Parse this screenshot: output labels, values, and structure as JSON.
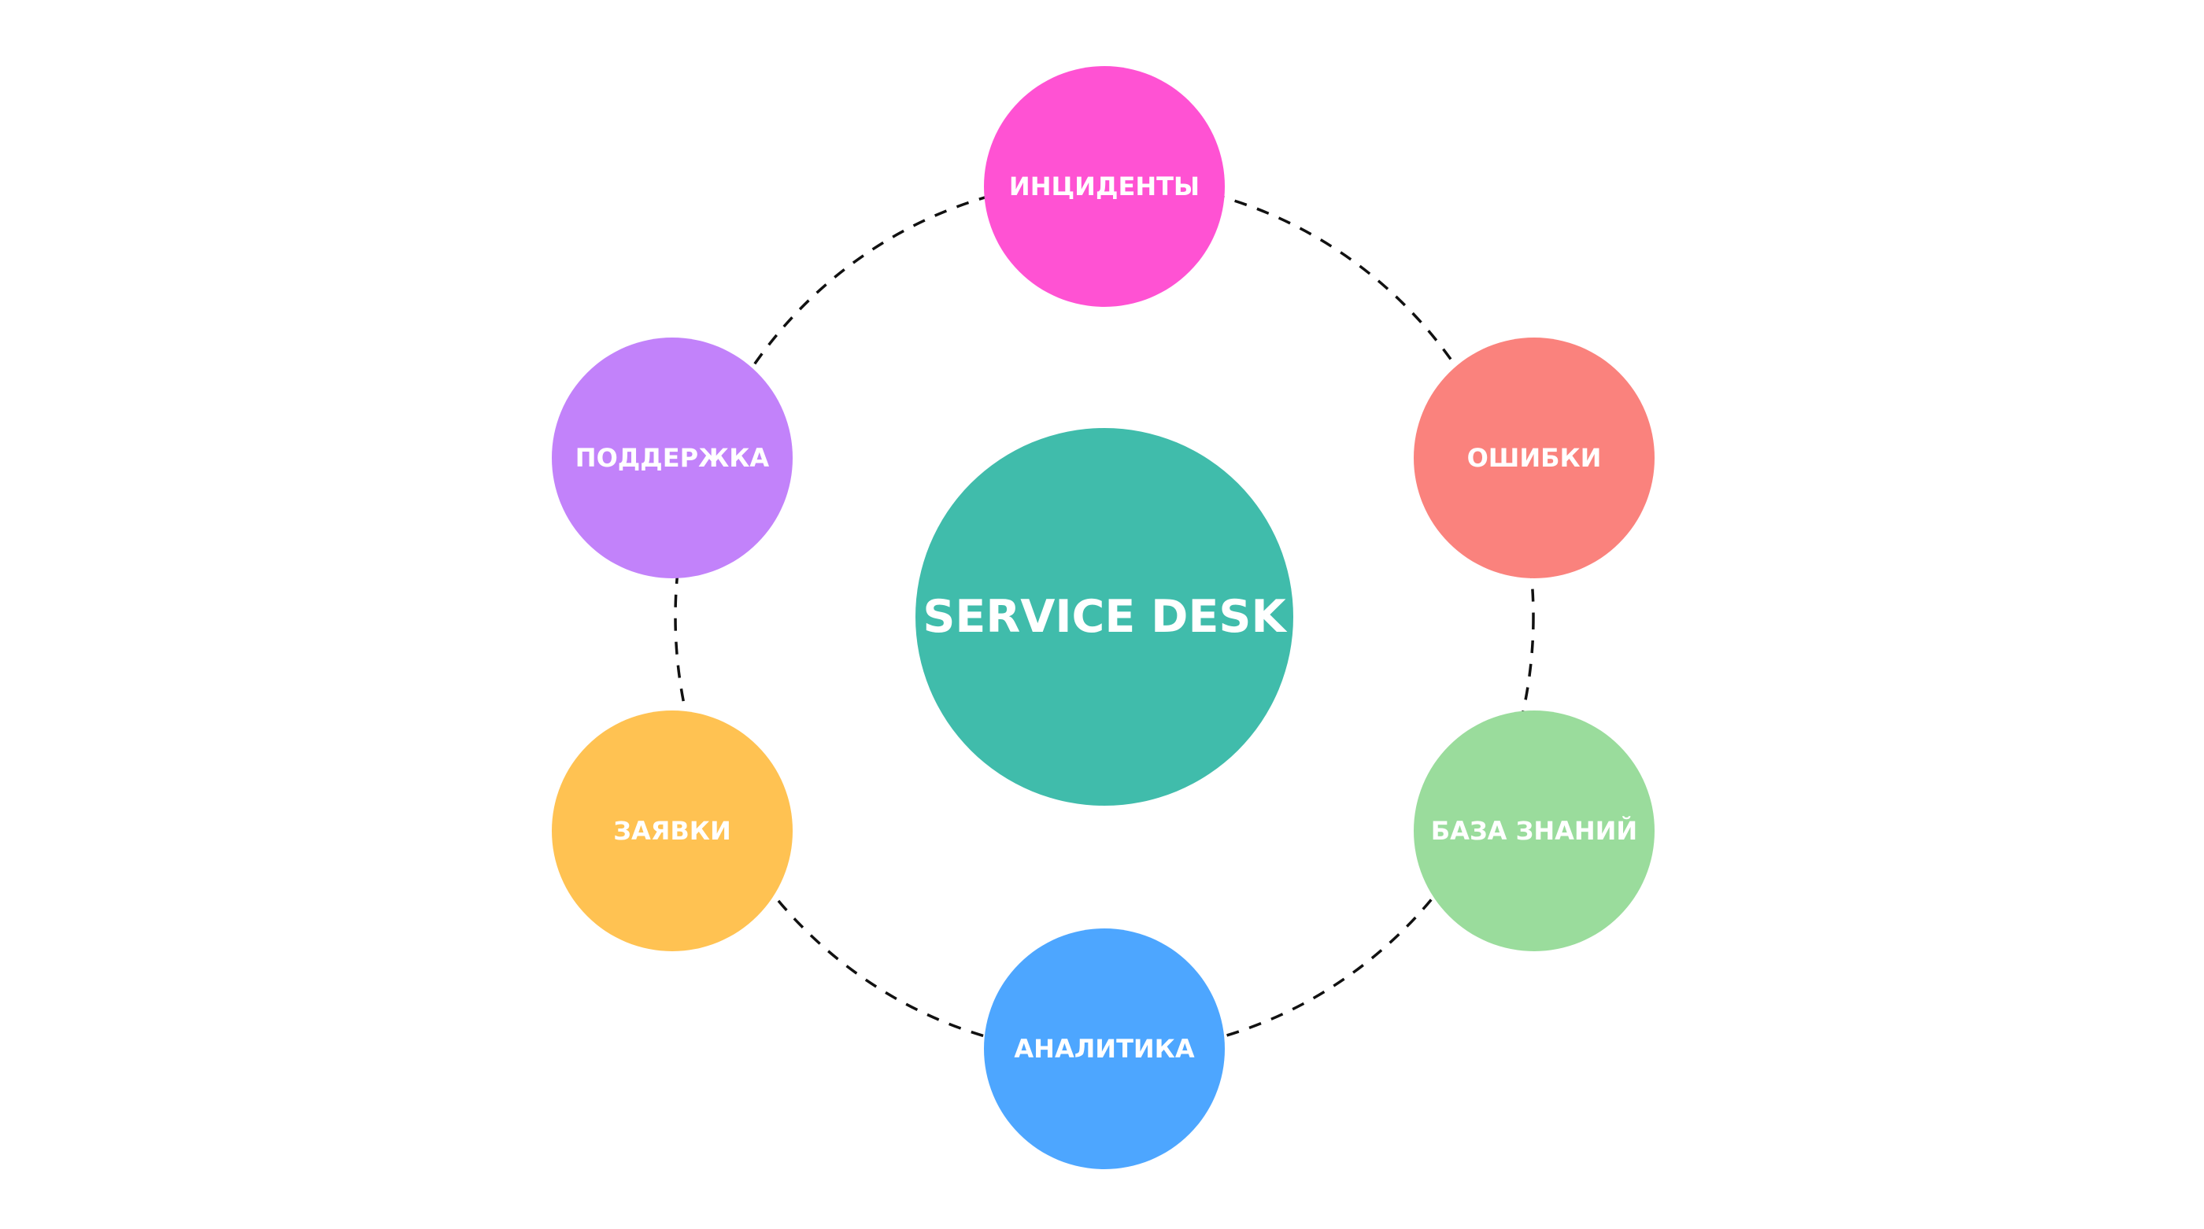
{
  "center": {
    "label": "SERVICE DESK",
    "color": "#40BCAB"
  },
  "nodes": [
    {
      "key": "top",
      "label": "ИНЦИДЕНТЫ",
      "color": "#FF52D3"
    },
    {
      "key": "upper_right",
      "label": "ОШИБКИ",
      "color": "#FA827D"
    },
    {
      "key": "lower_right",
      "label": "БАЗА ЗНАНИЙ",
      "color": "#9ADC9C"
    },
    {
      "key": "bottom",
      "label": "АНАЛИТИКА",
      "color": "#4DA6FF"
    },
    {
      "key": "lower_left",
      "label": "ЗАЯВКИ",
      "color": "#FFC252"
    },
    {
      "key": "upper_left",
      "label": "ПОДДЕРЖКА",
      "color": "#C282FA"
    }
  ],
  "connector": {
    "style": "dashed",
    "color": "#111111"
  }
}
